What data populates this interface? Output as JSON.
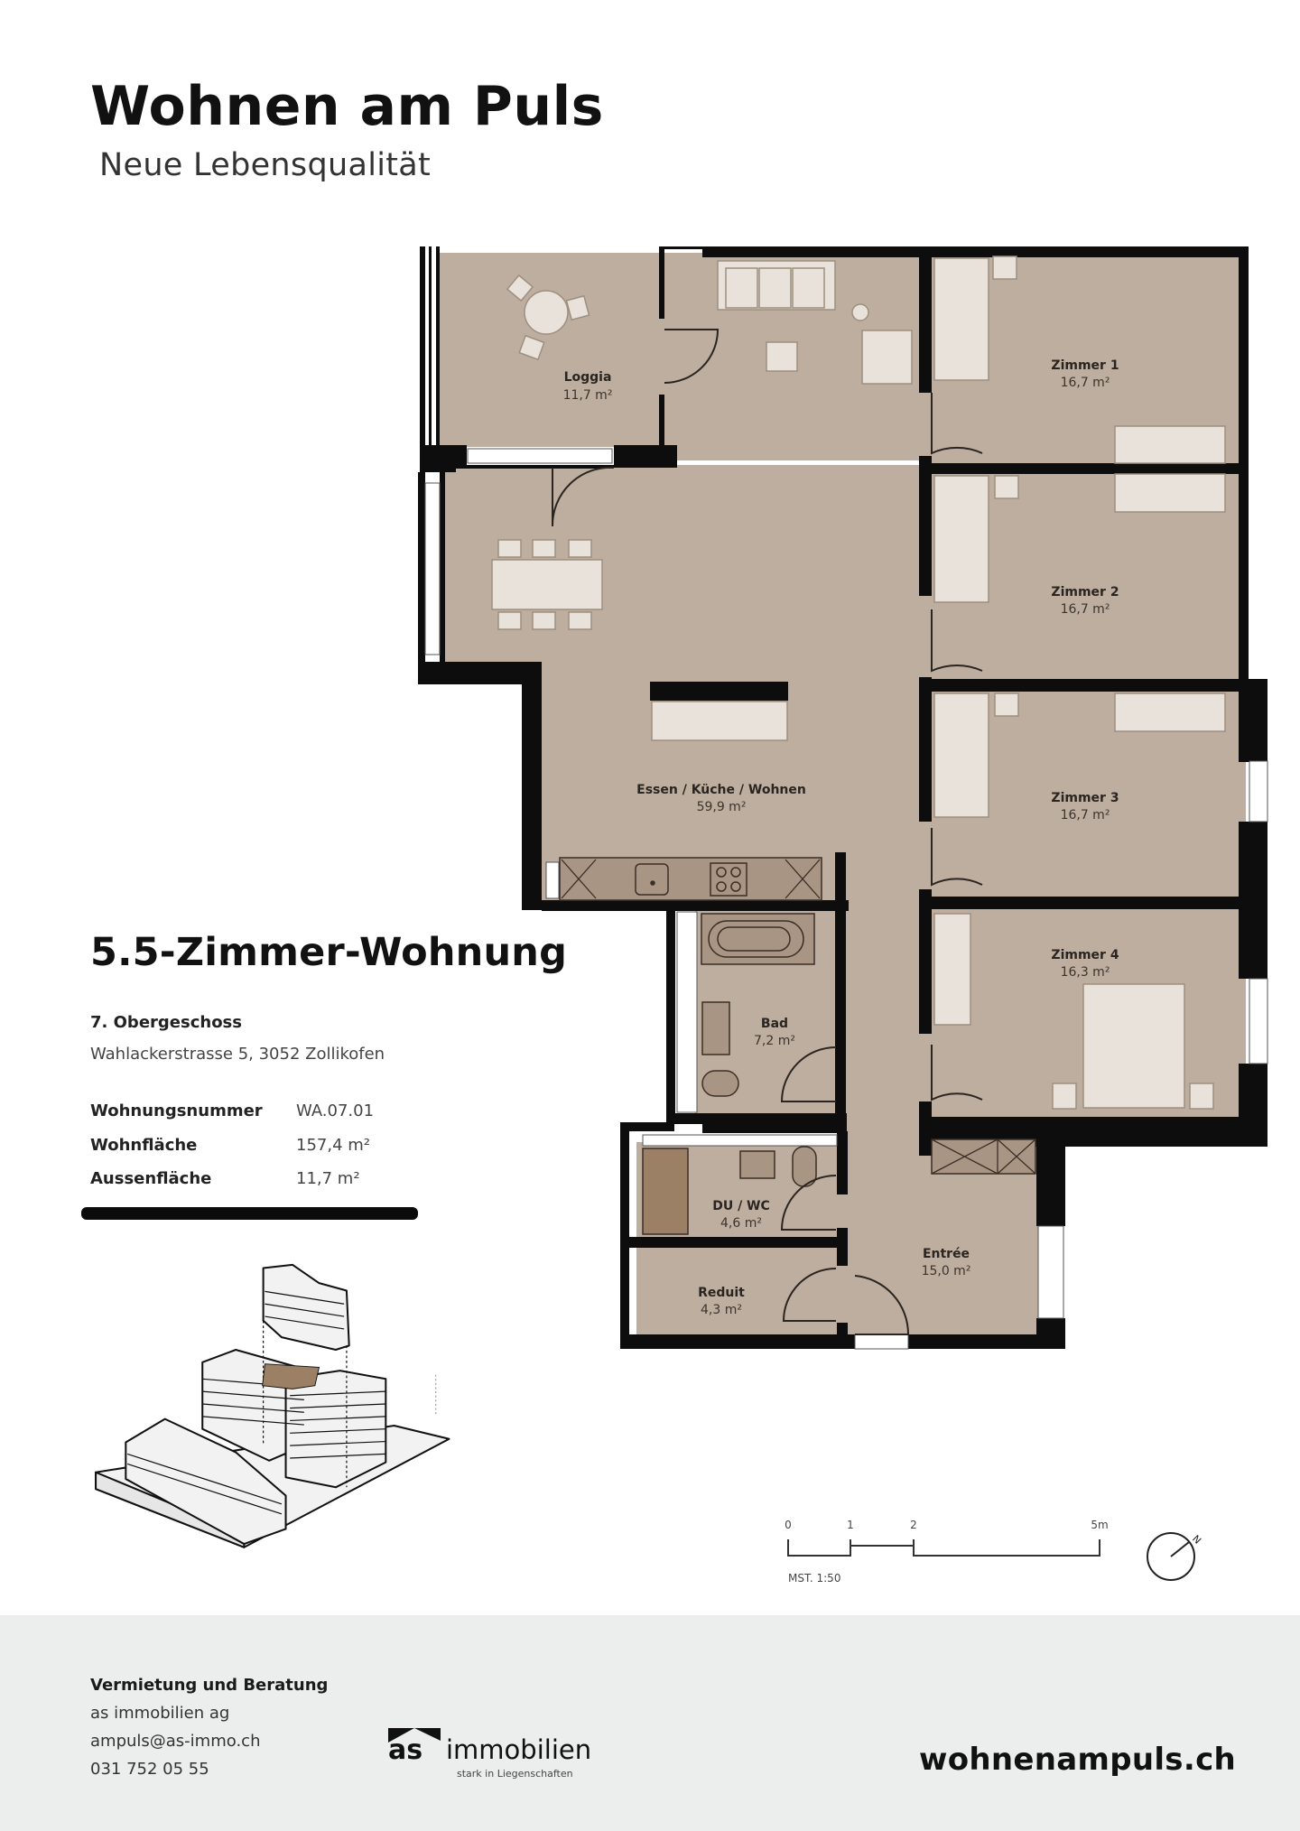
{
  "header": {
    "title": "Wohnen am Puls",
    "subtitle": "Neue Lebensqualität"
  },
  "colors": {
    "floor": "#bdae9f",
    "wall": "#0d0d0d",
    "furniture": "#e8e2da",
    "fixture": "#a99583",
    "highlight": "#9c8066",
    "footer_bg": "#eceded"
  },
  "floorplan": {
    "rooms": [
      {
        "name": "Loggia",
        "area": "11,7 m²"
      },
      {
        "name": "Essen / Küche / Wohnen",
        "area": "59,9 m²"
      },
      {
        "name": "Zimmer 1",
        "area": "16,7 m²"
      },
      {
        "name": "Zimmer 2",
        "area": "16,7 m²"
      },
      {
        "name": "Zimmer 3",
        "area": "16,7 m²"
      },
      {
        "name": "Zimmer 4",
        "area": "16,3 m²"
      },
      {
        "name": "Bad",
        "area": "7,2 m²"
      },
      {
        "name": "DU / WC",
        "area": "4,6 m²"
      },
      {
        "name": "Reduit",
        "area": "4,3 m²"
      },
      {
        "name": "Entrée",
        "area": "15,0 m²"
      }
    ]
  },
  "apartment": {
    "type": "5.5-Zimmer-Wohnung",
    "floor": "7. Obergeschoss",
    "address": "Wahlackerstrasse 5, 3052 Zollikofen",
    "details": [
      {
        "label": "Wohnungsnummer",
        "value": "WA.07.01"
      },
      {
        "label": "Wohnfläche",
        "value": "157,4 m²"
      },
      {
        "label": "Aussenfläche",
        "value": "11,7 m²"
      }
    ]
  },
  "scale_bar": {
    "ticks": [
      "0",
      "1",
      "2",
      "5m"
    ],
    "label": "MST. 1:50"
  },
  "north_arrow": {
    "label": "N",
    "icon": "north-arrow-icon"
  },
  "footer": {
    "heading": "Vermietung und Beratung",
    "company": "as immobilien ag",
    "email": "ampuls@as-immo.ch",
    "phone": "031 752 05 55",
    "logo": {
      "mark": "as",
      "name": "immobilien",
      "tagline": "stark in Liegenschaften"
    },
    "website": "wohnenampuls.ch"
  }
}
